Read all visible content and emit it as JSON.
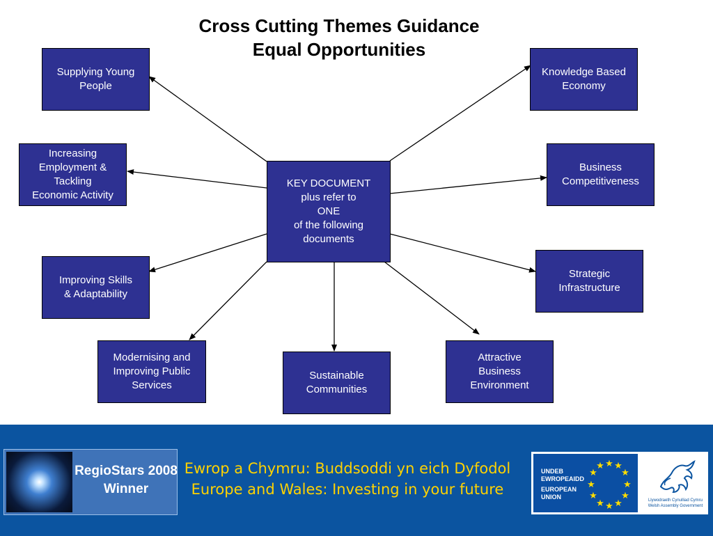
{
  "title": {
    "line1": "Cross Cutting Themes Guidance",
    "line2": "Equal Opportunities"
  },
  "center": {
    "lines": [
      "KEY DOCUMENT",
      "plus refer to",
      "ONE",
      "of the following",
      "documents"
    ]
  },
  "nodes": {
    "supplying": {
      "lines": [
        "Supplying Young",
        "People"
      ]
    },
    "increasing": {
      "lines": [
        "Increasing",
        "Employment &",
        "Tackling",
        "Economic Activity"
      ]
    },
    "skills": {
      "lines": [
        "Improving Skills",
        "& Adaptability"
      ]
    },
    "modernising": {
      "lines": [
        "Modernising and",
        "Improving Public",
        "Services"
      ]
    },
    "sustainable": {
      "lines": [
        "Sustainable",
        "Communities"
      ]
    },
    "attractive": {
      "lines": [
        "Attractive",
        "Business",
        "Environment"
      ]
    },
    "strategic": {
      "lines": [
        "Strategic",
        "Infrastructure"
      ]
    },
    "business": {
      "lines": [
        "Business",
        "Competitiveness"
      ]
    },
    "knowledge": {
      "lines": [
        "Knowledge Based",
        "Economy"
      ]
    }
  },
  "footer": {
    "badge_line1": "RegioStars 2008",
    "badge_line2": "Winner",
    "slogan_cy": "Ewrop a Chymru: Buddsoddi yn eich Dyfodol",
    "slogan_en": "Europe and Wales: Investing in your future",
    "eu_cy_line1": "UNDEB",
    "eu_cy_line2": "EWROPEAIDD",
    "eu_en_line1": "EUROPEAN",
    "eu_en_line2": "UNION",
    "wag_cy": "Llywodraeth Cynulliad Cymru",
    "wag_en": "Welsh Assembly Government"
  },
  "colors": {
    "box_fill": "#2e3192",
    "footer_bg": "#0b54a0",
    "slogan": "#ffd200",
    "eu_star": "#ffdd00"
  }
}
